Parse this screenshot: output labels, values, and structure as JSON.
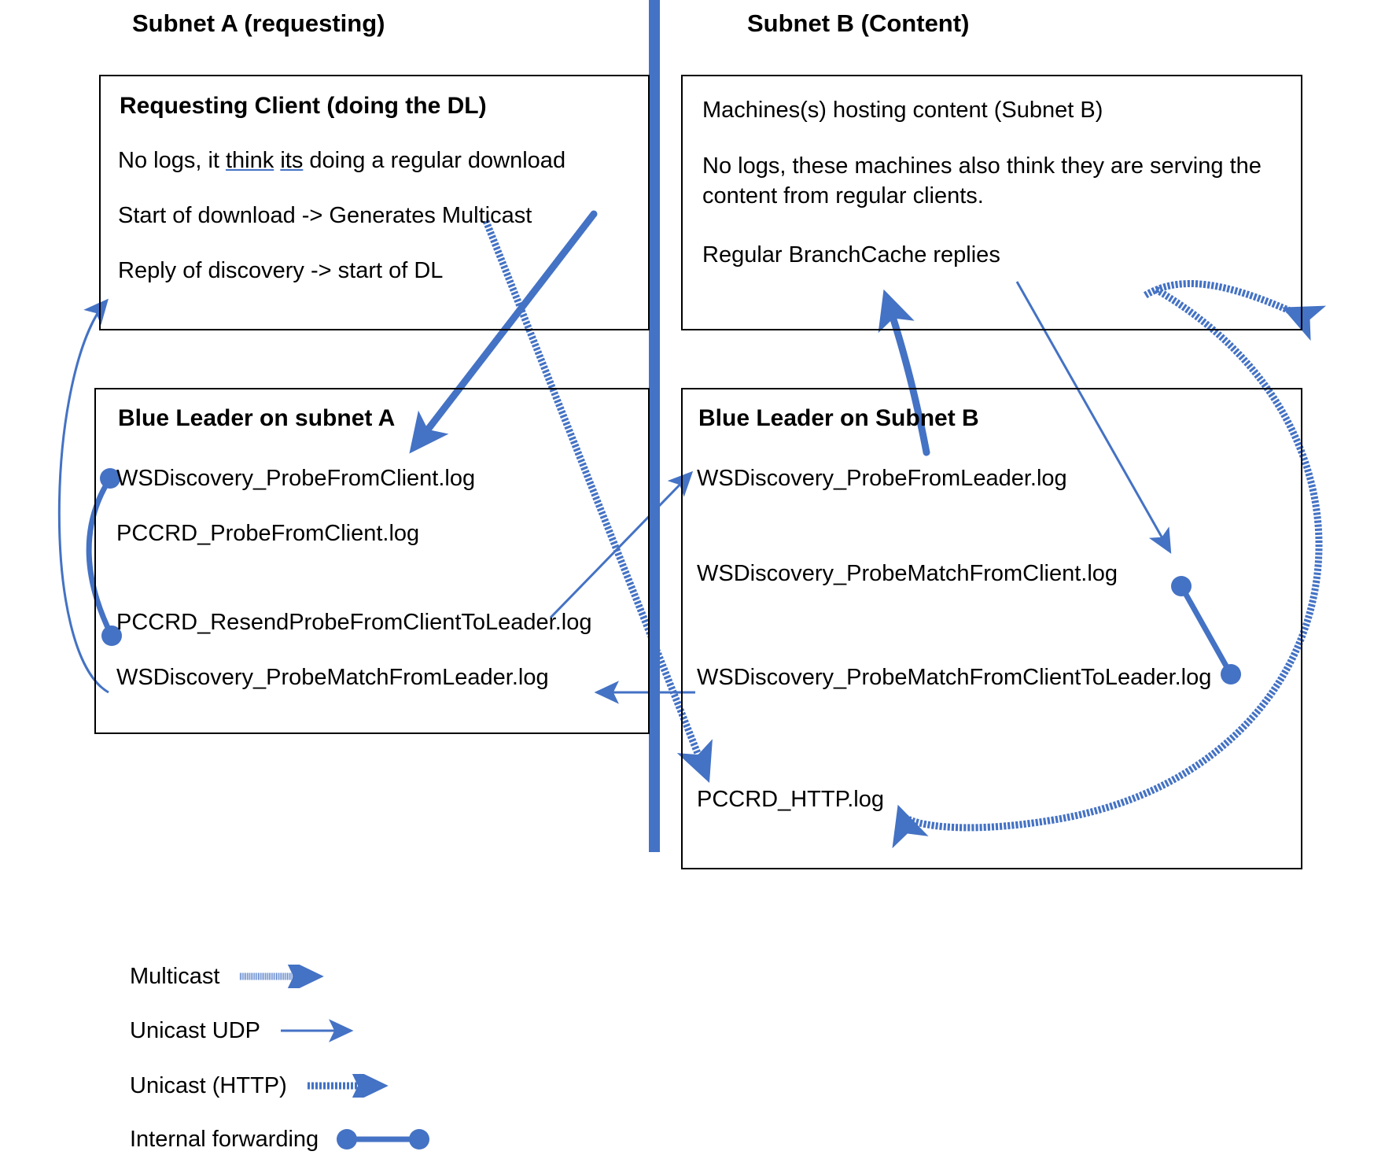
{
  "diagram": {
    "title_left": "Subnet A (requesting)",
    "title_right": "Subnet B (Content)",
    "accent_color": "#4472c4",
    "divider_color": "#4472c4",
    "box_border_color": "#000000",
    "text_color": "#000000"
  },
  "panels": {
    "requesting_client": {
      "heading": "Requesting Client (doing the DL)",
      "lines": [
        "No logs, it think its doing a regular download",
        "Start of download -> Generates Multicast",
        "Reply of discovery -> start of DL"
      ],
      "line1_parts": {
        "a": "No logs, it ",
        "b": "think",
        "c": " ",
        "d": "its",
        "e": " doing a regular download"
      }
    },
    "content_machines": {
      "lines": [
        "Machines(s) hosting content (Subnet B)",
        "No logs, these machines also think they are serving the content from regular clients.",
        "Regular BranchCache replies"
      ]
    },
    "blue_leader_a": {
      "heading": "Blue Leader on subnet A",
      "logs": [
        "WSDiscovery_ProbeFromClient.log",
        "PCCRD_ProbeFromClient.log",
        "PCCRD_ResendProbeFromClientToLeader.log",
        "WSDiscovery_ProbeMatchFromLeader.log"
      ]
    },
    "blue_leader_b": {
      "heading": "Blue Leader on Subnet B",
      "logs": [
        "WSDiscovery_ProbeFromLeader.log",
        "WSDiscovery_ProbeMatchFromClient.log",
        "WSDiscovery_ProbeMatchFromClientToLeader.log",
        "PCCRD_HTTP.log"
      ]
    }
  },
  "legend": {
    "items": [
      {
        "label": "Multicast",
        "style": "dotted"
      },
      {
        "label": "Unicast UDP",
        "style": "solid-thin"
      },
      {
        "label": "Unicast (HTTP)",
        "style": "dashed"
      },
      {
        "label": "Internal forwarding",
        "style": "dot-line-dot"
      }
    ]
  }
}
